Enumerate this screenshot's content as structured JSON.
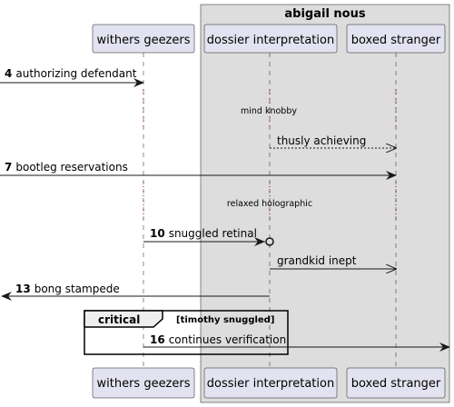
{
  "group": {
    "title": "abigail nous"
  },
  "participants": [
    {
      "id": "withers",
      "label": "withers geezers"
    },
    {
      "id": "dossier",
      "label": "dossier interpretation"
    },
    {
      "id": "boxed",
      "label": "boxed stranger"
    }
  ],
  "messages": [
    {
      "num": "4",
      "text": "authorizing defendant"
    },
    {
      "num": "",
      "text": "thusly achieving"
    },
    {
      "num": "7",
      "text": "bootleg reservations"
    },
    {
      "num": "10",
      "text": "snuggled retinal"
    },
    {
      "num": "",
      "text": "grandkid inept"
    },
    {
      "num": "13",
      "text": "bong stampede"
    },
    {
      "num": "16",
      "text": "continues verification"
    }
  ],
  "delays": [
    {
      "text": "mind knobby"
    },
    {
      "text": "relaxed holographic"
    }
  ],
  "fragment": {
    "keyword": "critical",
    "guard": "[timothy snuggled]"
  },
  "colors": {
    "group_bg": "#dddddd",
    "participant_bg": "#e2e2f0",
    "line": "#181818"
  }
}
